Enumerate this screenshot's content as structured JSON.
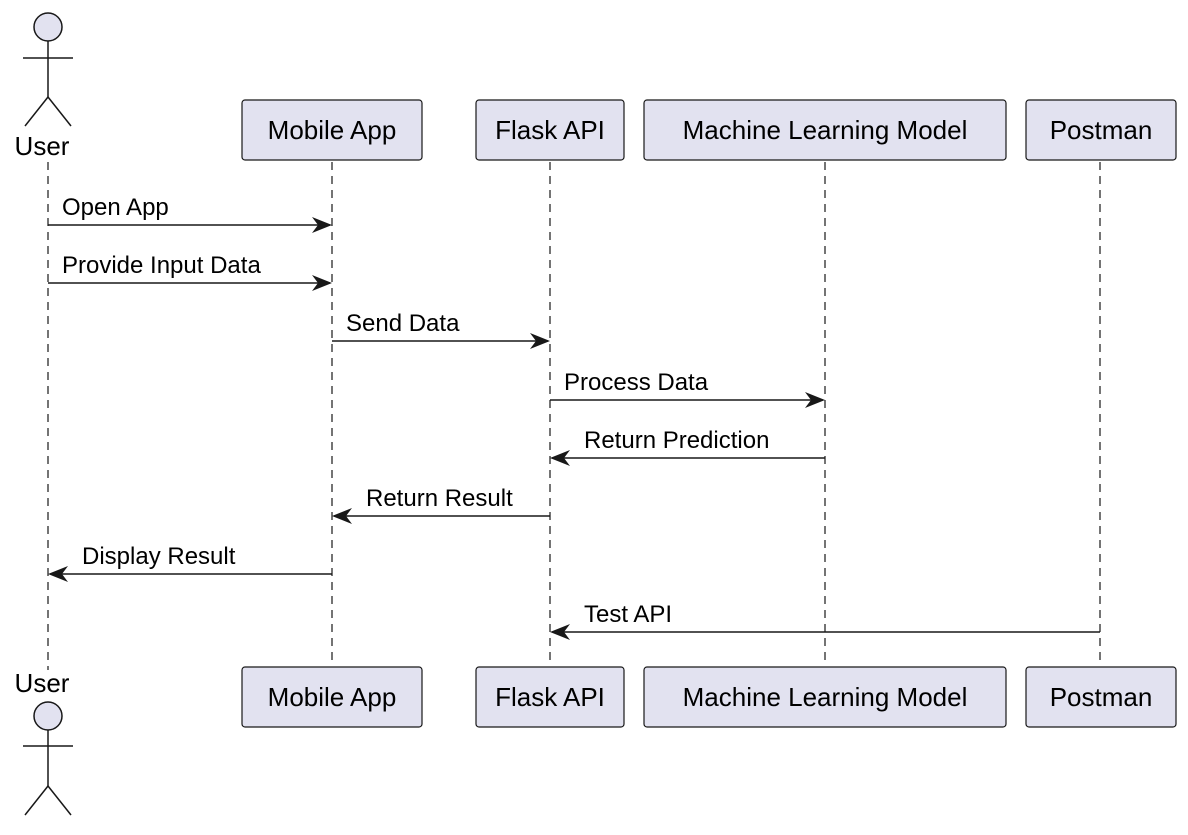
{
  "diagram": {
    "type": "sequence",
    "colors": {
      "participant_fill": "#e2e2f0",
      "participant_stroke": "#181818",
      "lifeline": "#181818",
      "arrow": "#181818",
      "text": "#000000"
    },
    "actor": {
      "label": "User"
    },
    "participants": [
      {
        "id": "mobile",
        "label": "Mobile App"
      },
      {
        "id": "flask",
        "label": "Flask API"
      },
      {
        "id": "ml",
        "label": "Machine Learning Model"
      },
      {
        "id": "postman",
        "label": "Postman"
      }
    ],
    "messages": [
      {
        "from": "user",
        "to": "mobile",
        "label": "Open App"
      },
      {
        "from": "user",
        "to": "mobile",
        "label": "Provide Input Data"
      },
      {
        "from": "mobile",
        "to": "flask",
        "label": "Send Data"
      },
      {
        "from": "flask",
        "to": "ml",
        "label": "Process Data"
      },
      {
        "from": "ml",
        "to": "flask",
        "label": "Return Prediction"
      },
      {
        "from": "flask",
        "to": "mobile",
        "label": "Return Result"
      },
      {
        "from": "mobile",
        "to": "user",
        "label": "Display Result"
      },
      {
        "from": "postman",
        "to": "flask",
        "label": "Test API"
      }
    ]
  }
}
